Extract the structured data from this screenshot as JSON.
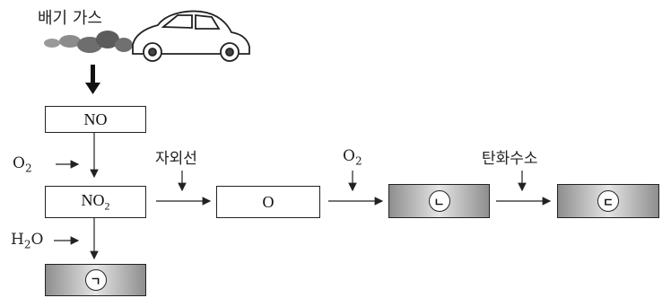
{
  "source_label": "배기 가스",
  "boxes": {
    "no": {
      "formula": "NO"
    },
    "no2": {
      "main": "NO",
      "sub": "2"
    },
    "o": {
      "text": "O"
    },
    "g": {
      "mark": "ㄱ"
    },
    "n": {
      "mark": "ㄴ"
    },
    "d": {
      "mark": "ㄷ"
    }
  },
  "inputs": {
    "o2_left": {
      "main": "O",
      "sub": "2"
    },
    "h2o": {
      "pre": "H",
      "sub": "2",
      "post": "O"
    },
    "uv": "자외선",
    "o2_top": {
      "main": "O",
      "sub": "2"
    },
    "hydrocarbon": "탄화수소"
  }
}
